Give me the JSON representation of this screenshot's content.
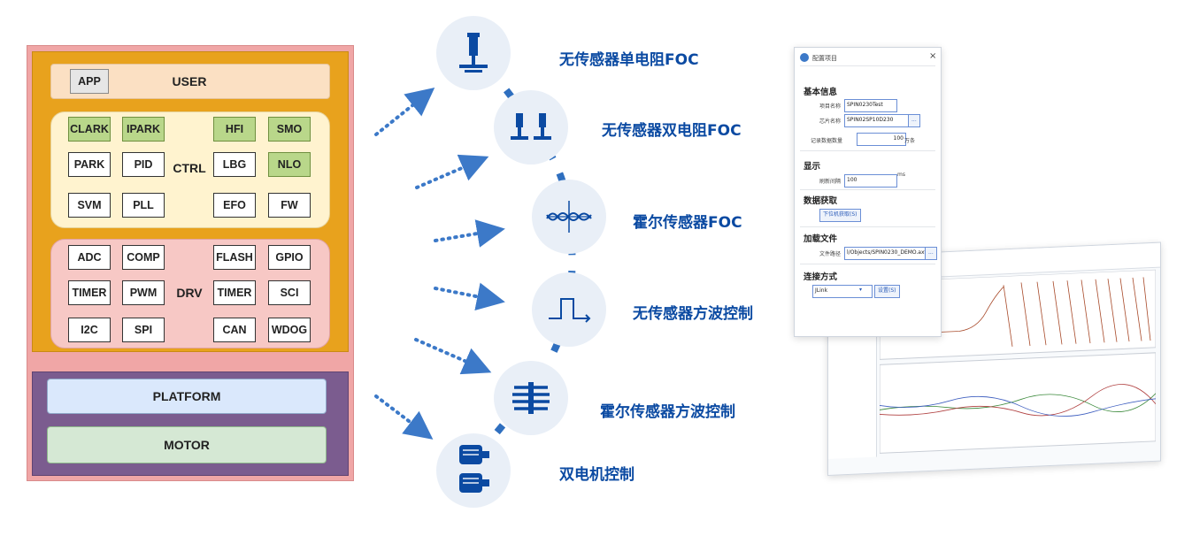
{
  "stack": {
    "user": {
      "app": "APP",
      "label": "USER"
    },
    "ctrl": {
      "label": "CTRL",
      "modules": [
        {
          "t": "CLARK",
          "c": "#b9d78a"
        },
        {
          "t": "IPARK",
          "c": "#b9d78a"
        },
        {
          "t": "HFI",
          "c": "#b9d78a"
        },
        {
          "t": "SMO",
          "c": "#b9d78a"
        },
        {
          "t": "PARK",
          "c": "#ffffff"
        },
        {
          "t": "PID",
          "c": "#ffffff"
        },
        {
          "t": "LBG",
          "c": "#ffffff"
        },
        {
          "t": "NLO",
          "c": "#b9d78a"
        },
        {
          "t": "SVM",
          "c": "#ffffff"
        },
        {
          "t": "PLL",
          "c": "#ffffff"
        },
        {
          "t": "EFO",
          "c": "#ffffff"
        },
        {
          "t": "FW",
          "c": "#ffffff"
        }
      ]
    },
    "drv": {
      "label": "DRV",
      "modules": [
        "ADC",
        "COMP",
        "FLASH",
        "GPIO",
        "TIMER",
        "PWM",
        "TIMER",
        "SCI",
        "I2C",
        "SPI",
        "CAN",
        "WDOG"
      ]
    },
    "platform": "PLATFORM",
    "motor": "MOTOR"
  },
  "features": [
    {
      "label": "无传感器单电阻FOC",
      "icon": "single-resistor-icon"
    },
    {
      "label": "无传感器双电阻FOC",
      "icon": "dual-resistor-icon"
    },
    {
      "label": "霍尔传感器FOC",
      "icon": "sine-wave-icon"
    },
    {
      "label": "无传感器方波控制",
      "icon": "square-wave-icon"
    },
    {
      "label": "霍尔传感器方波控制",
      "icon": "coil-icon"
    },
    {
      "label": "双电机控制",
      "icon": "dual-motor-icon"
    }
  ],
  "config_window": {
    "title": "配置项目",
    "basic_title": "基本信息",
    "project_name_label": "项目名称",
    "project_name_value": "SPIN0230Test",
    "chip_name_label": "芯片名称",
    "chip_name_value": "SPIN02SP10D230",
    "record_count_label": "记录数据数量",
    "record_count_value": "100",
    "record_count_unit": "万条",
    "display_title": "显示",
    "refresh_label": "刷新间隔",
    "refresh_value": "100",
    "refresh_unit": "ms",
    "data_title": "数据获取",
    "data_button": "下位机获取(S)",
    "load_title": "加载文件",
    "file_path_label": "文件路径",
    "file_path_value": "l/Objects/SPIN0230_DEMO.axf",
    "connect_title": "连接方式",
    "connect_value": "JLink",
    "connect_button": "设置(S)",
    "browse_button": "...",
    "close_glyph": "×"
  },
  "colors": {
    "feature_blue": "#0b4aa2",
    "node_fill": "#e9eff7",
    "arrow_blue": "#3c79c8",
    "path_blue": "#2f6fbf"
  }
}
